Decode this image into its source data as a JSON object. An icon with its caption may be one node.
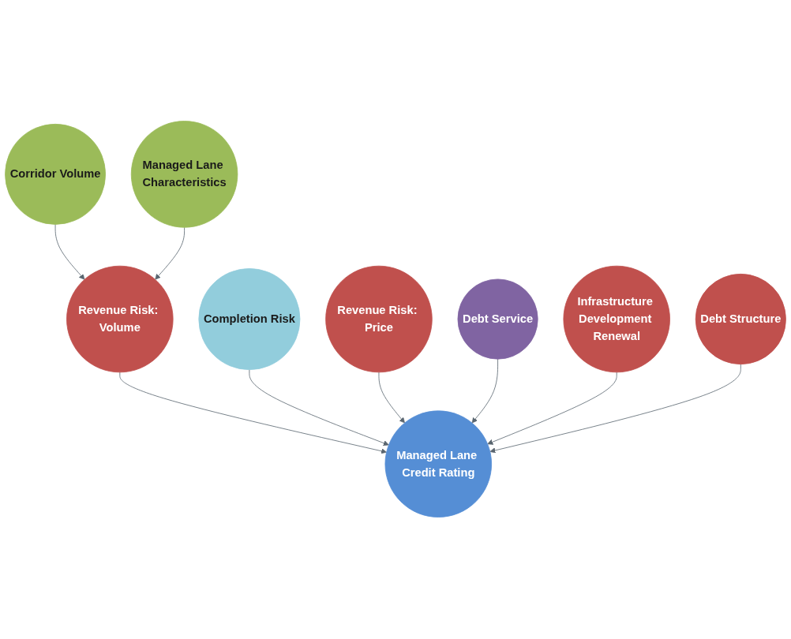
{
  "diagram": {
    "nodes": [
      {
        "text": [
          "Corridor Volume"
        ]
      },
      {
        "text": [
          "Managed Lane Characteristics"
        ]
      },
      {
        "text": [
          "Revenue Risk: Volume"
        ]
      },
      {
        "text": [
          "Completion Risk"
        ]
      },
      {
        "text": [
          "Managed Lane Credit Rating"
        ]
      },
      {
        "text": [
          "Revenue Risk: Price"
        ]
      },
      {
        "text": [
          "Debt Service"
        ]
      },
      {
        "text": [
          "Infrastructure Development Renewal"
        ]
      },
      {
        "text": [
          "Debt Structure"
        ]
      }
    ],
    "edges": [
      {
        "from": 0,
        "to": 2,
        "arrow": "to"
      },
      {
        "from": 1,
        "to": 2,
        "arrow": "to"
      },
      {
        "from": 2,
        "to": 4,
        "arrow": "to"
      },
      {
        "from": 3,
        "to": 4,
        "arrow": "to"
      },
      {
        "from": 5,
        "to": 4,
        "arrow": "to"
      },
      {
        "from": 6,
        "to": 4,
        "arrow": "to"
      },
      {
        "from": 7,
        "to": 4,
        "arrow": "to"
      },
      {
        "from": 8,
        "to": 4,
        "arrow": "to"
      }
    ]
  }
}
